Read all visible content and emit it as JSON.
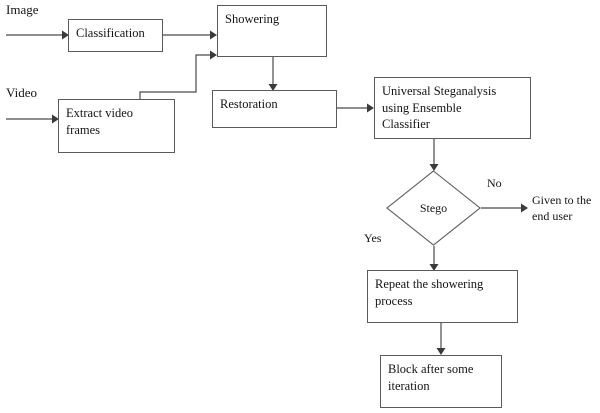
{
  "diagram": {
    "title": "Steganalysis Process Flowchart",
    "background_color": "#ffffff",
    "stroke_color": "#4a4a4a",
    "text_color": "#141414",
    "nodes": [
      {
        "id": "classification",
        "label": "Classification",
        "shape": "rect"
      },
      {
        "id": "showering",
        "label": "Showering",
        "shape": "rect"
      },
      {
        "id": "extract_frames",
        "label": "Extract video\nframes",
        "shape": "rect"
      },
      {
        "id": "restoration",
        "label": "Restoration",
        "shape": "rect"
      },
      {
        "id": "universal",
        "label": "Universal Steganalysis\nusing Ensemble\nClassifier",
        "shape": "rect"
      },
      {
        "id": "stego",
        "label": "Stego",
        "shape": "diamond"
      },
      {
        "id": "repeat",
        "label": "Repeat the showering\nprocess",
        "shape": "rect"
      },
      {
        "id": "block",
        "label": "Block after some\niteration",
        "shape": "rect"
      }
    ],
    "input_labels": [
      {
        "id": "image_input",
        "label": "Image"
      },
      {
        "id": "video_input",
        "label": "Video"
      }
    ],
    "edge_labels": [
      {
        "id": "no_label",
        "label": "No"
      },
      {
        "id": "yes_label",
        "label": "Yes"
      }
    ],
    "terminal_labels": [
      {
        "id": "end_user",
        "label": "Given to the\nend user"
      }
    ]
  }
}
